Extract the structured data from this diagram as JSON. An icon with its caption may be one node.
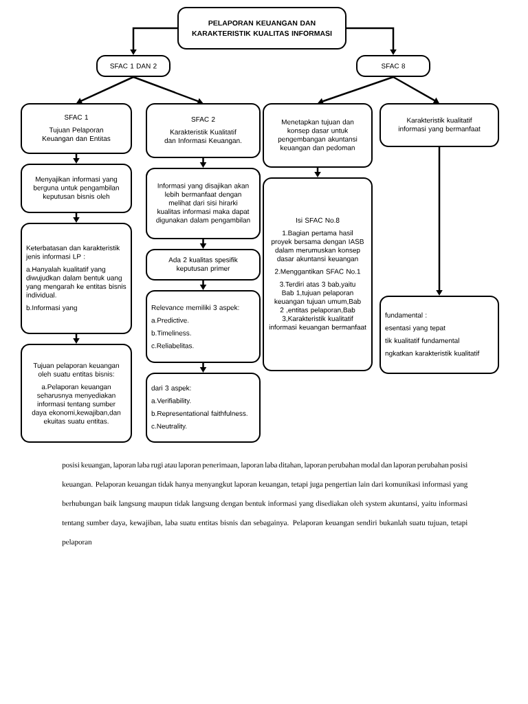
{
  "diagram": {
    "nodes": [
      {
        "text": [
          "PELAPORAN KEUANGAN DAN KARAKTERISTIK KUALITAS INFORMASI"
        ]
      },
      {
        "text": [
          "SFAC 1 DAN 2"
        ]
      },
      {
        "text": [
          "SFAC 8"
        ]
      },
      {
        "text": [
          "SFAC 1",
          "Tujuan Pelaporan Keuangan dan Entitas"
        ]
      },
      {
        "text": [
          "SFAC 2",
          "Karakteristik Kualitatif dan Informasi Keuangan."
        ]
      },
      {
        "text": [
          "Menetapkan tujuan dan konsep dasar untuk pengembangan akuntansi keuangan dan pedoman"
        ]
      },
      {
        "text": [
          "Karakteristik kualitatif informasi yang bermanfaat"
        ]
      },
      {
        "text": [
          "Menyajikan informasi yang berguna untuk pengambilan keputusan bisnis oleh"
        ]
      },
      {
        "text": [
          "Informasi yang disajikan akan lebih bermanfaat dengan melihat dari sisi hirarki kualitas informasi maka dapat digunakan dalam pengambilan"
        ]
      },
      {
        "text": [
          "Isi SFAC No.8",
          "1.Bagian pertama hasil proyek bersama dengan IASB dalam merumuskan konsep dasar akuntansi keuangan",
          "2.Menggantikan SFAC No.1",
          "3.Terdiri atas 3 bab,yaitu Bab 1,tujuan pelaporan keuangan tujuan umum,Bab 2 ,entitas pelaporan,Bab 3,Karakteristik kualitatif informasi keuangan bermanfaat"
        ]
      },
      {
        "text": [
          "Keterbatasan dan karakteristik jenis informasi LP :",
          "a.Hanyalah kualitatif yang diwujudkan dalam bentuk uang yang mengarah ke entitas bisnis individual.",
          "b.Informasi yang"
        ]
      },
      {
        "text": [
          "Ada 2 kualitas spesifik keputusan primer"
        ]
      },
      {
        "text": [
          "Relevance memiliki 3 aspek:",
          "a.Predictive.",
          "b.Timeliness.",
          "c.Reliabelitas."
        ]
      },
      {
        "text": [
          "dari 3 aspek:",
          "a.Verifiability.",
          "b.Representational faithfulness.",
          "c.Neutrality."
        ]
      },
      {
        "text": [
          "Tujuan pelaporan keuangan oleh suatu entitas bisnis:",
          "a.Pelaporan keuangan seharusnya menyediakan informasi tentang sumber daya ekonomi,kewajiban,dan ekuitas suatu entitas."
        ]
      },
      {
        "text": [
          "fundamental :",
          "esentasi yang tepat",
          "tik kualitatif fundamental",
          "ngkatkan karakteristik kualitatif"
        ]
      }
    ],
    "edges": [
      {
        "from": 0,
        "to": 1,
        "arrow": "to"
      },
      {
        "from": 0,
        "to": 2,
        "arrow": "to"
      },
      {
        "from": 1,
        "to": 3,
        "arrow": "to"
      },
      {
        "from": 1,
        "to": 4,
        "arrow": "to"
      },
      {
        "from": 2,
        "to": 5,
        "arrow": "to"
      },
      {
        "from": 2,
        "to": 6,
        "arrow": "to"
      },
      {
        "from": 3,
        "to": 7,
        "arrow": "to"
      },
      {
        "from": 7,
        "to": 10,
        "arrow": "to"
      },
      {
        "from": 10,
        "to": 14,
        "arrow": "to"
      },
      {
        "from": 4,
        "to": 8,
        "arrow": "to"
      },
      {
        "from": 8,
        "to": 11,
        "arrow": "to"
      },
      {
        "from": 11,
        "to": 12,
        "arrow": "to"
      },
      {
        "from": 12,
        "to": 13,
        "arrow": "to"
      },
      {
        "from": 5,
        "to": 9,
        "arrow": "to"
      },
      {
        "from": 6,
        "to": 15,
        "arrow": "to"
      }
    ],
    "labels": [
      "posisi keuangan, laporan laba rugi atau laporan penerimaan, laporan laba ditahan, laporan perubahan modal dan laporan perubahan posisi keuangan. Pelaporan keuangan tidak hanya menyangkut laporan keuangan, tetapi juga pengertian lain dari komunikasi informasi yang berhubungan baik langsung maupun tidak langsung dengan bentuk informasi yang disediakan oleh system akuntansi, yaitu informasi tentang sumber daya, kewajiban, laba suatu entitas bisnis dan sebagainya. Pelaporan keuangan sendiri bukanlah suatu tujuan, tetapi pelaporan"
    ]
  }
}
